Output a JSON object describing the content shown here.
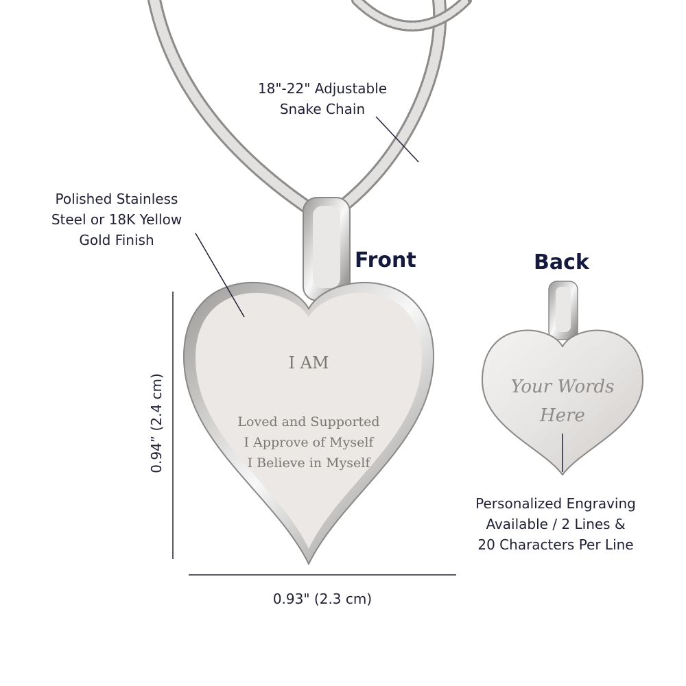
{
  "callouts": {
    "chain": [
      "18\"-22\" Adjustable",
      "Snake Chain"
    ],
    "finish": [
      "Polished Stainless",
      "Steel or 18K Yellow",
      "Gold Finish"
    ],
    "engraving": [
      "Personalized Engraving",
      "Available / 2 Lines &",
      "20 Characters Per Line"
    ]
  },
  "headings": {
    "front": "Front",
    "back": "Back"
  },
  "dimensions": {
    "height": "0.94” (2.4 cm)",
    "width": "0.93\" (2.3 cm)"
  },
  "front_engraving": {
    "title": "I AM",
    "lines": [
      "Loved and Supported",
      "I Approve of Myself",
      "I Believe in Myself"
    ]
  },
  "back_engraving": {
    "lines": [
      "Your Words",
      "Here"
    ]
  },
  "colors": {
    "text": "#1f2033",
    "metal": "#d9d7d5",
    "engraving": "#7a7672"
  }
}
